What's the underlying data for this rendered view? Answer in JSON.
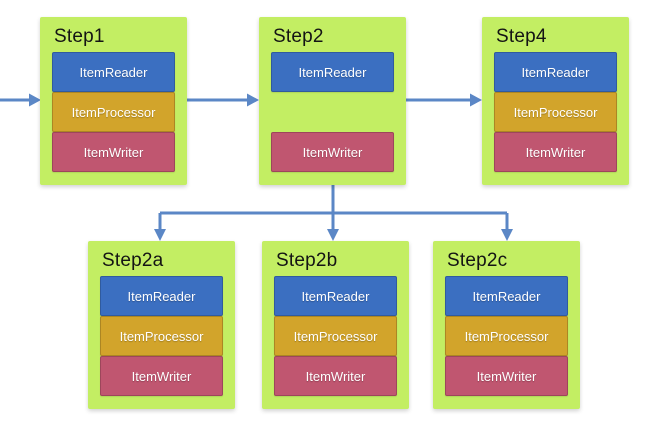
{
  "colors": {
    "canvas-bg": "#ffffff",
    "box-bg": "#c3ee63",
    "reader-bg": "#3b6fc1",
    "processor-bg": "#d2a42b",
    "writer-bg": "#c05670",
    "arrow": "#5b87c6",
    "title-text": "#141414",
    "bar-text": "#ffffff"
  },
  "steps": [
    {
      "id": "step1",
      "title": "Step1",
      "components": [
        {
          "type": "reader",
          "label": "ItemReader"
        },
        {
          "type": "processor",
          "label": "ItemProcessor"
        },
        {
          "type": "writer",
          "label": "ItemWriter"
        }
      ]
    },
    {
      "id": "step2",
      "title": "Step2",
      "components": [
        {
          "type": "reader",
          "label": "ItemReader"
        },
        {
          "type": "writer",
          "label": "ItemWriter"
        }
      ]
    },
    {
      "id": "step4",
      "title": "Step4",
      "components": [
        {
          "type": "reader",
          "label": "ItemReader"
        },
        {
          "type": "processor",
          "label": "ItemProcessor"
        },
        {
          "type": "writer",
          "label": "ItemWriter"
        }
      ]
    },
    {
      "id": "step2a",
      "title": "Step2a",
      "components": [
        {
          "type": "reader",
          "label": "ItemReader"
        },
        {
          "type": "processor",
          "label": "ItemProcessor"
        },
        {
          "type": "writer",
          "label": "ItemWriter"
        }
      ]
    },
    {
      "id": "step2b",
      "title": "Step2b",
      "components": [
        {
          "type": "reader",
          "label": "ItemReader"
        },
        {
          "type": "processor",
          "label": "ItemProcessor"
        },
        {
          "type": "writer",
          "label": "ItemWriter"
        }
      ]
    },
    {
      "id": "step2c",
      "title": "Step2c",
      "components": [
        {
          "type": "reader",
          "label": "ItemReader"
        },
        {
          "type": "processor",
          "label": "ItemProcessor"
        },
        {
          "type": "writer",
          "label": "ItemWriter"
        }
      ]
    }
  ],
  "edges": [
    {
      "from": "external",
      "to": "Step1"
    },
    {
      "from": "Step1",
      "to": "Step2"
    },
    {
      "from": "Step2",
      "to": "Step4"
    },
    {
      "from": "Step2",
      "to": "Step2a"
    },
    {
      "from": "Step2",
      "to": "Step2b"
    },
    {
      "from": "Step2",
      "to": "Step2c"
    }
  ]
}
